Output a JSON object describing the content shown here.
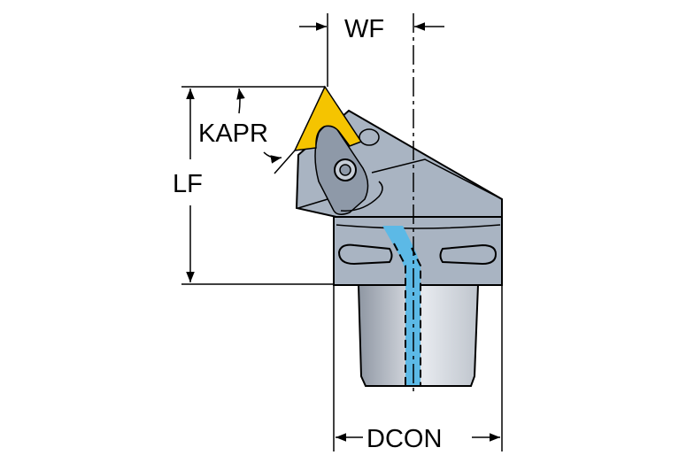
{
  "labels": {
    "wf": "WF",
    "lf": "LF",
    "kapr": "KAPR",
    "dcon": "DCON"
  },
  "colors": {
    "insert": "#f5c400",
    "body": "#a9b4c2",
    "coolant": "#5cb9e6",
    "shank_light": "#e6e9ee",
    "shank_dark": "#8f97a3"
  }
}
